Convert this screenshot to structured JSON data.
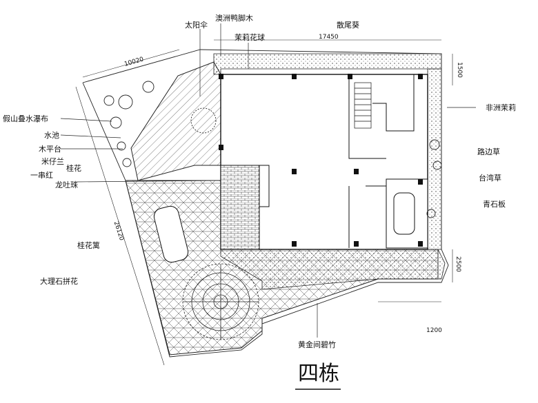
{
  "title": "四栋",
  "labels": {
    "sun_umbrella": "太阳伞",
    "schefflera": "澳洲鸭脚木",
    "jasmine_ball": "茉莉花球",
    "scattered_tail_palm": "散尾葵",
    "rockery_waterfall": "假山叠水瀑布",
    "pool": "水池",
    "wood_deck": "木平台",
    "aglaia": "米仔兰",
    "osmanthus": "桂花",
    "red_dragon": "一串红",
    "dragon_ball": "龙吐珠",
    "african_jasmine": "非洲茉莉",
    "roadside_grass": "路边草",
    "taiwan_grass": "台湾草",
    "bluestone": "青石板",
    "osmanthus_path": "桂花篱",
    "marble_paving": "大理石拼花",
    "golden_bamboo": "黄金间碧竹"
  },
  "dimensions": {
    "top_length": "17450",
    "diag_top": "10020",
    "diag_left": "26120",
    "right_top": "1500",
    "right_bottom": "2500",
    "bottom_right": "1200"
  }
}
